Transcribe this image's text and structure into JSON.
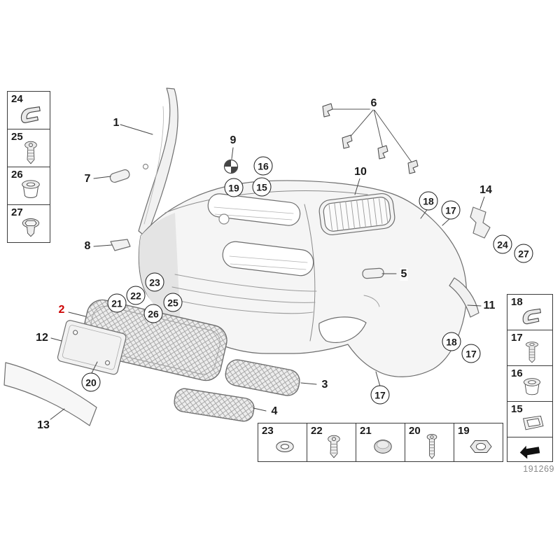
{
  "diagram": {
    "part_number": "191269",
    "description": "Exploded parts diagram - front bumper trim panel with grilles, covers and fasteners",
    "highlight_color": "#cc0000"
  },
  "left_panel": {
    "items": [
      {
        "label": "24",
        "icon": "sheet-metal-clip-icon"
      },
      {
        "label": "25",
        "icon": "torx-screw-icon"
      },
      {
        "label": "26",
        "icon": "grommet-icon"
      },
      {
        "label": "27",
        "icon": "flange-bolt-icon"
      }
    ]
  },
  "right_panel": {
    "items": [
      {
        "label": "18",
        "icon": "sheet-metal-clip-icon"
      },
      {
        "label": "17",
        "icon": "expanding-rivet-icon"
      },
      {
        "label": "16",
        "icon": "grommet-icon"
      },
      {
        "label": "15",
        "icon": "seal-frame-icon"
      }
    ],
    "arrow_icon": "direction-arrow-icon"
  },
  "bottom_panel": {
    "items": [
      {
        "label": "23",
        "icon": "washer-icon"
      },
      {
        "label": "22",
        "icon": "torx-screw-icon"
      },
      {
        "label": "21",
        "icon": "cover-cap-icon"
      },
      {
        "label": "20",
        "icon": "expansion-screw-icon"
      },
      {
        "label": "19",
        "icon": "hex-nut-icon"
      }
    ]
  },
  "callouts": {
    "plain": [
      {
        "label": "1"
      },
      {
        "label": "7"
      },
      {
        "label": "8"
      },
      {
        "label": "9"
      },
      {
        "label": "10"
      },
      {
        "label": "6"
      },
      {
        "label": "14"
      },
      {
        "label": "5"
      },
      {
        "label": "11"
      },
      {
        "label": "2",
        "highlighted": true
      },
      {
        "label": "12"
      },
      {
        "label": "13"
      },
      {
        "label": "3"
      },
      {
        "label": "4"
      }
    ],
    "circled": [
      {
        "label": "19"
      },
      {
        "label": "16"
      },
      {
        "label": "15"
      },
      {
        "label": "18"
      },
      {
        "label": "17"
      },
      {
        "label": "24"
      },
      {
        "label": "27"
      },
      {
        "label": "23"
      },
      {
        "label": "22"
      },
      {
        "label": "21"
      },
      {
        "label": "26"
      },
      {
        "label": "25"
      },
      {
        "label": "20"
      },
      {
        "label": "18"
      },
      {
        "label": "17"
      },
      {
        "label": "17"
      }
    ]
  }
}
